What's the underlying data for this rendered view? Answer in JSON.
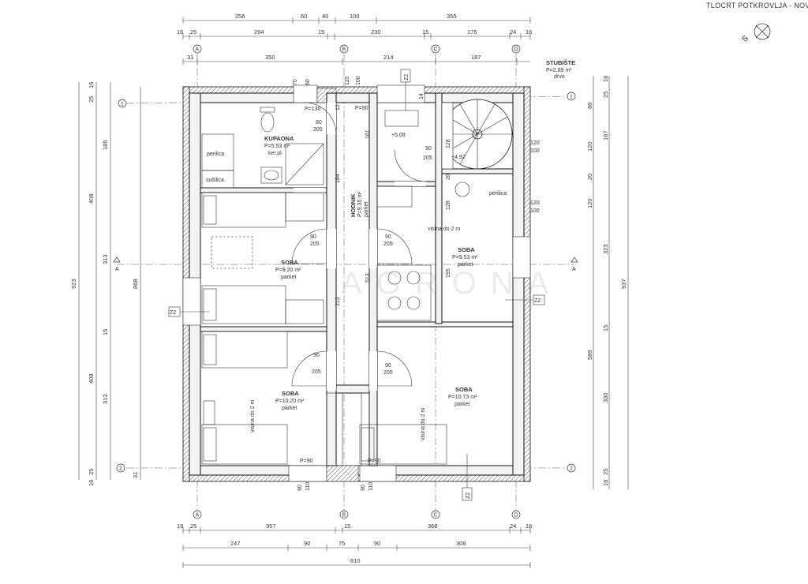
{
  "title": "TLOCRT POTKROVLJA - NOVO",
  "compass": "S",
  "watermark": "AGRONA",
  "top_dims": {
    "row1": [
      "256",
      "60",
      "40",
      "100",
      "355"
    ],
    "row2": [
      "16",
      "25",
      "294",
      "15",
      "230",
      "15",
      "175",
      "24",
      "16"
    ],
    "row3": [
      "31",
      "350",
      "214",
      "187"
    ]
  },
  "bottom_dims": {
    "row1": [
      "16",
      "25",
      "357",
      "15",
      "368",
      "24",
      "16"
    ],
    "row2": [
      "247",
      "90",
      "75",
      "90",
      "308"
    ],
    "row3": [
      "810"
    ]
  },
  "left_dims": {
    "outer": [
      "923",
      "868"
    ],
    "col": [
      "16",
      "25",
      "185",
      "408",
      "313",
      "15",
      "408",
      "313",
      "25",
      "16"
    ],
    "inner": [
      "31",
      "31"
    ]
  },
  "right_dims": {
    "col1": [
      "16",
      "25",
      "86",
      "120",
      "20",
      "120",
      "323",
      "15",
      "330",
      "25",
      "16"
    ],
    "col2": [
      "167",
      "589",
      "937"
    ]
  },
  "axes": {
    "columns": [
      "A",
      "B",
      "C",
      "D"
    ],
    "rows": [
      "1",
      "2"
    ],
    "section": "A"
  },
  "stair_note": {
    "name": "STUBIŠTE",
    "area": "P=2.89 m²",
    "floor": "drvo"
  },
  "rooms": [
    {
      "name": "KUPAONA",
      "area": "P=5.53 m²",
      "floor": "ker.pl."
    },
    {
      "name": "HODNIK",
      "area": "P=9.35 m²",
      "floor": "parket"
    },
    {
      "name": "SOBA",
      "area": "P=9.20 m²",
      "floor": "parket"
    },
    {
      "name": "SOBA",
      "area": "P=9.53 m²",
      "floor": "parket"
    },
    {
      "name": "SOBA",
      "area": "P=10.20 m²",
      "floor": "parket"
    },
    {
      "name": "SOBA",
      "area": "P=10.73 m²",
      "floor": "parket"
    }
  ],
  "labels": {
    "perilica1": "perilica",
    "susilica": "sušilica",
    "perilica2": "perilica",
    "z2": "Z2",
    "lvl1": "+5.08",
    "lvl2": "+4.92",
    "visina": "visina do 2 m"
  },
  "doors": {
    "d80": "80",
    "d205": "205",
    "d90": "90",
    "d120": "120",
    "d100": "100",
    "d110": "110",
    "d70": "70",
    "d60": "60",
    "p90": "P=90",
    "p130": "P=130",
    "v161": "161",
    "v128": "128",
    "v184": "184",
    "v513": "513",
    "v213": "213",
    "v195": "195",
    "v12": "12",
    "v14": "14",
    "v20": "20"
  }
}
